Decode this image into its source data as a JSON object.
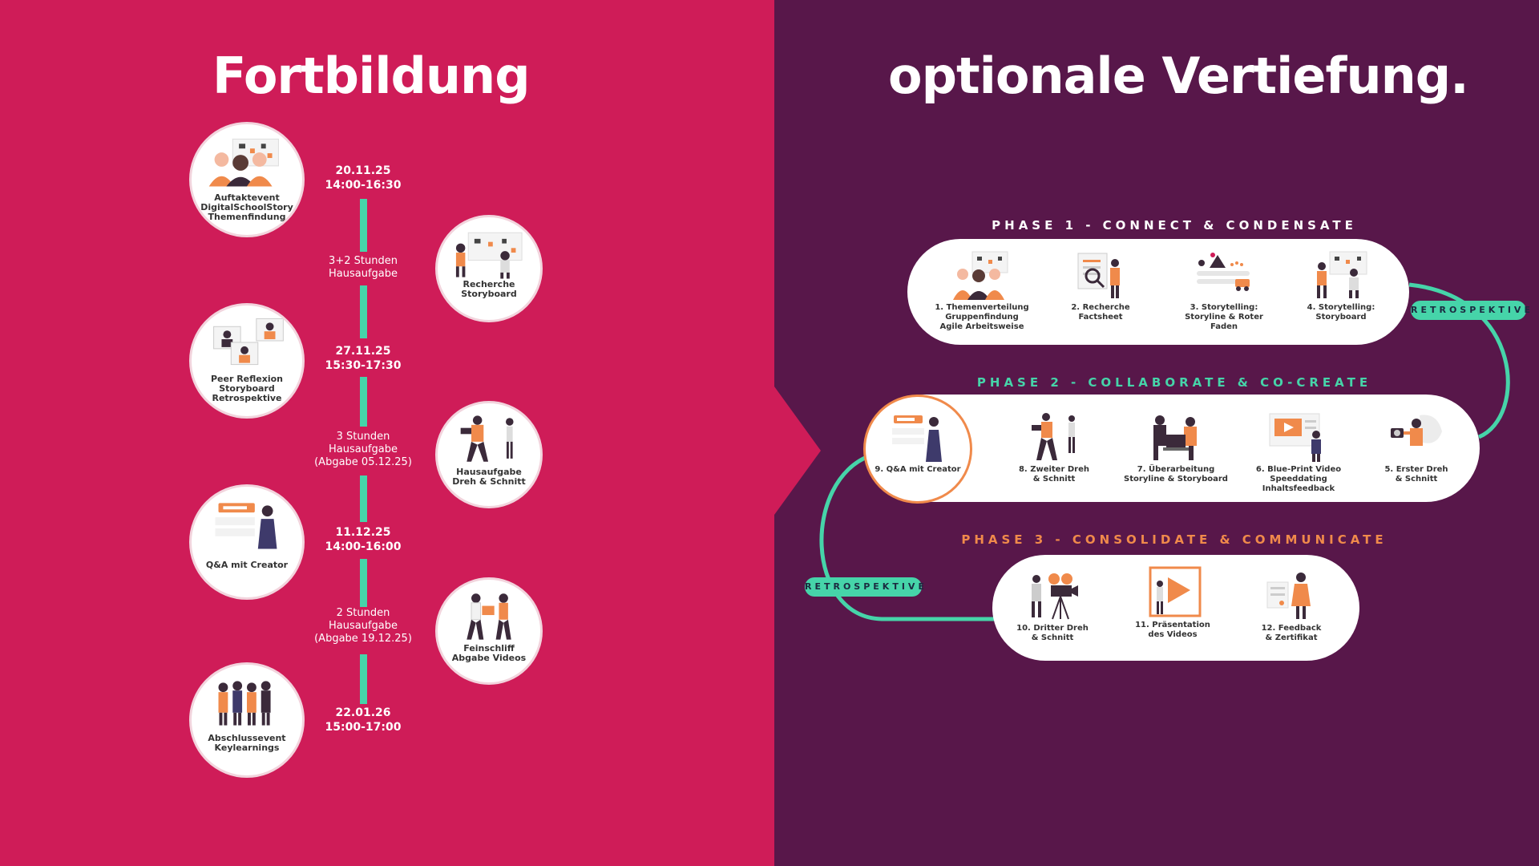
{
  "left": {
    "title": "Fortbildung",
    "events": [
      {
        "lines": [
          "Auftaktevent",
          "DigitalSchoolStory",
          "Themenfindung"
        ]
      },
      {
        "lines": [
          "Peer Reflexion",
          "Storyboard",
          "Retrospektive"
        ]
      },
      {
        "lines": [
          "Q&A mit Creator"
        ]
      },
      {
        "lines": [
          "Abschlussevent",
          "Keylearnings"
        ]
      }
    ],
    "homework": [
      {
        "lines": [
          "Recherche",
          "Storyboard"
        ]
      },
      {
        "lines": [
          "Hausaufgabe",
          "Dreh & Schnitt"
        ]
      },
      {
        "lines": [
          "Feinschliff",
          "Abgabe Videos"
        ]
      }
    ],
    "timeline": {
      "dates": [
        {
          "date": "20.11.25",
          "time": "14:00-16:30"
        },
        {
          "date": "27.11.25",
          "time": "15:30-17:30"
        },
        {
          "date": "11.12.25",
          "time": "14:00-16:00"
        },
        {
          "date": "22.01.26",
          "time": "15:00-17:00"
        }
      ],
      "tasks": [
        {
          "lines": [
            "3+2 Stunden",
            "Hausaufgabe"
          ]
        },
        {
          "lines": [
            "3 Stunden",
            "Hausaufgabe",
            "(Abgabe 05.12.25)"
          ]
        },
        {
          "lines": [
            "2 Stunden",
            "Hausaufgabe",
            "(Abgabe 19.12.25)"
          ]
        }
      ],
      "bar_color": "#46d4a9"
    }
  },
  "right": {
    "title": "optionale Vertiefung.",
    "phases": [
      {
        "title": "PHASE 1 - CONNECT & CONDENSATE",
        "color": "#ffffff",
        "steps": [
          {
            "icon": "team-icon",
            "lines": [
              "1. Themenverteilung",
              "Gruppenfindung",
              "Agile Arbeitsweise"
            ]
          },
          {
            "icon": "research-icon",
            "lines": [
              "2. Recherche",
              "Factsheet"
            ]
          },
          {
            "icon": "storyline-icon",
            "lines": [
              "3. Storytelling:",
              "Storyline & Roter Faden"
            ]
          },
          {
            "icon": "storyboard-icon",
            "lines": [
              "4. Storytelling:",
              "Storyboard"
            ]
          }
        ]
      },
      {
        "title": "PHASE 2 - COLLABORATE & CO-CREATE",
        "color": "#46d4a9",
        "steps": [
          {
            "icon": "creator-icon",
            "lines": [
              "9. Q&A mit Creator"
            ]
          },
          {
            "icon": "filming-icon",
            "lines": [
              "8. Zweiter Dreh",
              "& Schnitt"
            ]
          },
          {
            "icon": "laptop-review-icon",
            "lines": [
              "7. Überarbeitung",
              "Storyline & Storyboard"
            ]
          },
          {
            "icon": "video-blueprint-icon",
            "lines": [
              "6. Blue-Print Video",
              "Speeddating",
              "Inhaltsfeedback"
            ]
          },
          {
            "icon": "camera-person-icon",
            "lines": [
              "5. Erster Dreh",
              "& Schnitt"
            ]
          }
        ]
      },
      {
        "title": "PHASE 3 - CONSOLIDATE & COMMUNICATE",
        "color": "#f08a4b",
        "steps": [
          {
            "icon": "film-camera-icon",
            "lines": [
              "10. Dritter Dreh",
              "& Schnitt"
            ]
          },
          {
            "icon": "presentation-play-icon",
            "lines": [
              "11. Präsentation",
              "des Videos"
            ]
          },
          {
            "icon": "certificate-icon",
            "lines": [
              "12. Feedback",
              "& Zertifikat"
            ]
          }
        ]
      }
    ],
    "retro_label_1": "RETROSPEKTIVE",
    "retro_label_2": "RETROSPEKTIVE"
  },
  "colors": {
    "left_bg": "#cf1c58",
    "right_bg": "#58174a",
    "accent_green": "#46d4a9",
    "accent_orange": "#f08a4b"
  }
}
